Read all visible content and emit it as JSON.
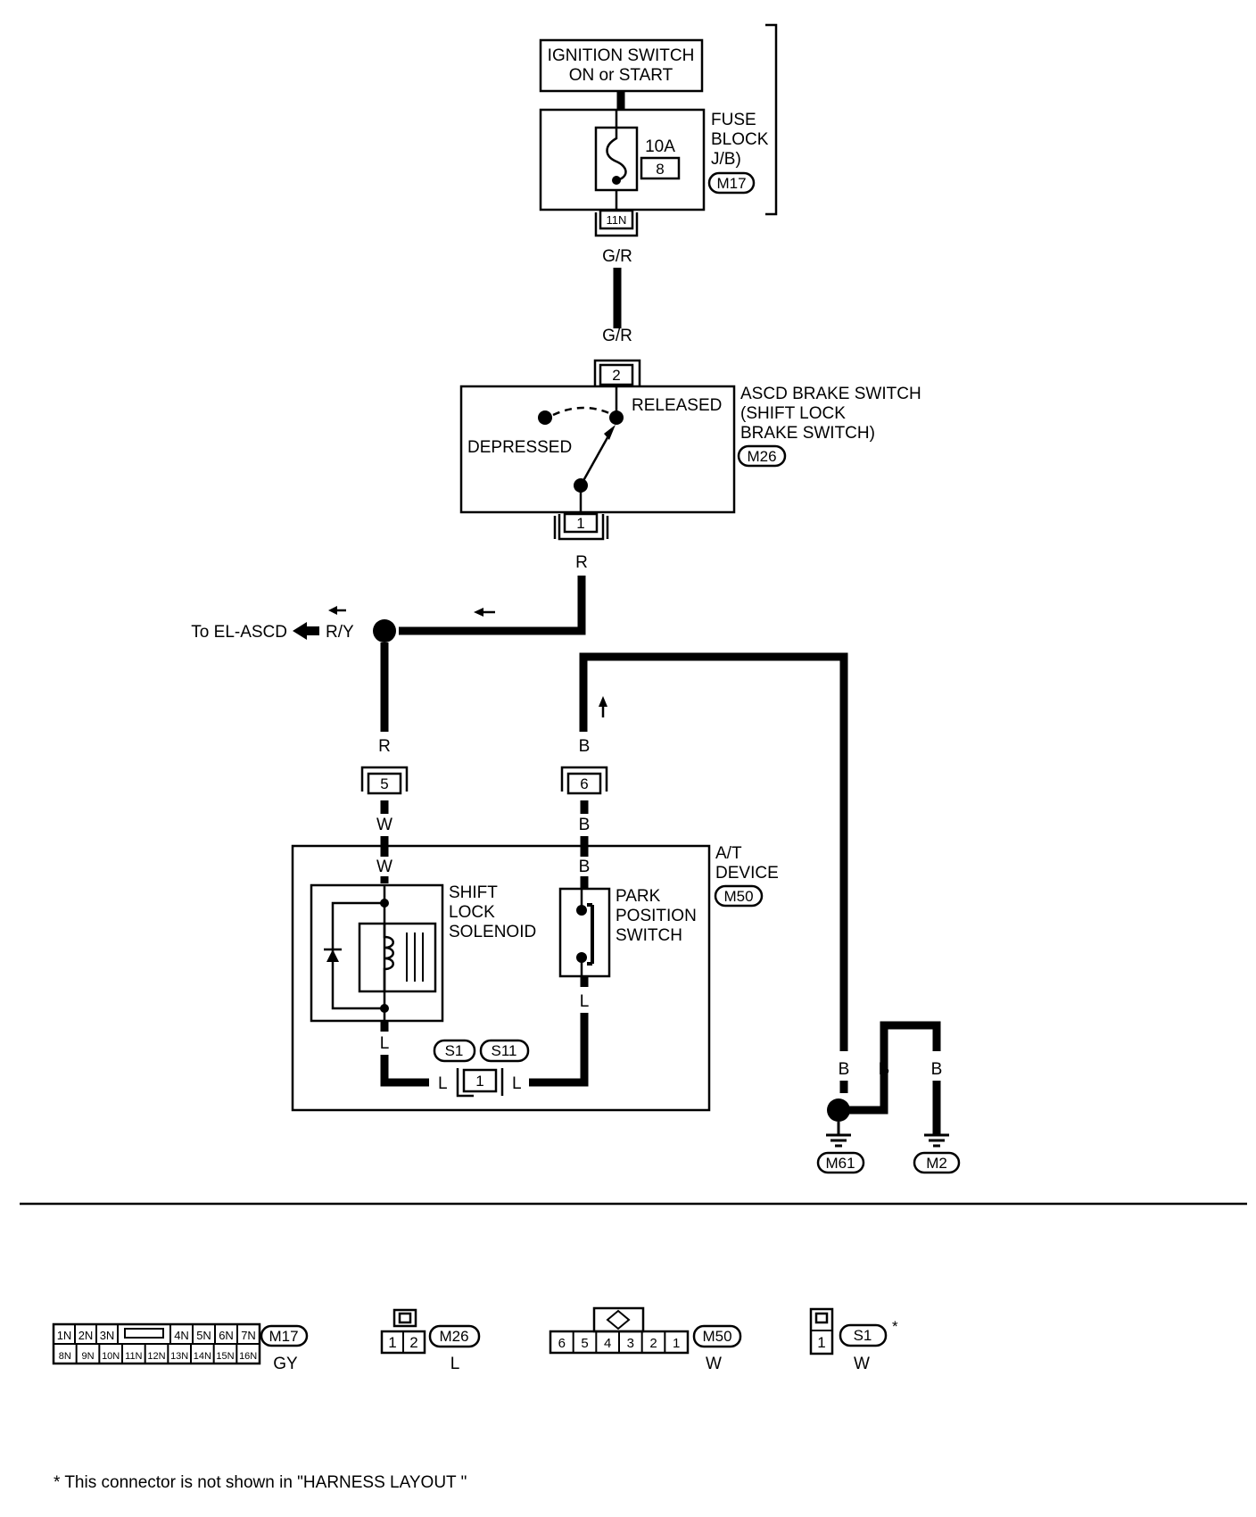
{
  "ignition": {
    "line1": "IGNITION SWITCH",
    "line2": "ON or START"
  },
  "fuse_block": {
    "line1": "FUSE",
    "line2": "BLOCK",
    "line3": "J/B)",
    "connector": "M17",
    "fuse_rating": "10A",
    "fuse_number": "8",
    "terminal": "11N"
  },
  "wires": {
    "g_r_top": "G/R",
    "g_r_bottom": "G/R",
    "r_brake": "R",
    "r_y": "R/Y",
    "r_left": "R",
    "w_conn5": "W",
    "w_inside": "W",
    "b_conn6_top": "B",
    "b_conn6_bottom": "B",
    "b_inside": "B",
    "l_solenoid": "L",
    "l_switch": "L",
    "l_left": "L",
    "l_right": "L",
    "b_m61": "B",
    "b_mid": "B",
    "b_m2": "B"
  },
  "el_ascd": {
    "label": "To EL-ASCD"
  },
  "brake_switch": {
    "line1": "ASCD BRAKE SWITCH",
    "line2": "(SHIFT LOCK",
    "line3": "BRAKE SWITCH)",
    "connector": "M26",
    "released": "RELEASED",
    "depressed": "DEPRESSED",
    "terminal_top": "2",
    "terminal_bottom": "1"
  },
  "connectors": {
    "c5": "5",
    "c6": "6",
    "c1_bottom": "1",
    "s1": "S1",
    "s11": "S11"
  },
  "at_device": {
    "line1": "A/T",
    "line2": "DEVICE",
    "connector": "M50"
  },
  "solenoid": {
    "line1": "SHIFT",
    "line2": "LOCK",
    "line3": "SOLENOID"
  },
  "park_switch": {
    "line1": "PARK",
    "line2": "POSITION",
    "line3": "SWITCH"
  },
  "grounds": {
    "m61": "M61",
    "m2": "M2"
  },
  "connector_views": {
    "m17": {
      "id": "M17",
      "color": "GY",
      "row1": [
        "1N",
        "2N",
        "3N",
        "",
        "4N",
        "5N",
        "6N",
        "7N"
      ],
      "row2": [
        "8N",
        "9N",
        "10N",
        "11N",
        "12N",
        "13N",
        "14N",
        "15N",
        "16N"
      ]
    },
    "m26": {
      "id": "M26",
      "color": "L",
      "pins": [
        "1",
        "2"
      ]
    },
    "m50": {
      "id": "M50",
      "color": "W",
      "pins": [
        "6",
        "5",
        "4",
        "3",
        "2",
        "1"
      ]
    },
    "s1": {
      "id": "S1",
      "color": "W",
      "pins": [
        "1"
      ],
      "mark": "*"
    }
  },
  "footnote": "* This connector is not shown in \"HARNESS LAYOUT \""
}
